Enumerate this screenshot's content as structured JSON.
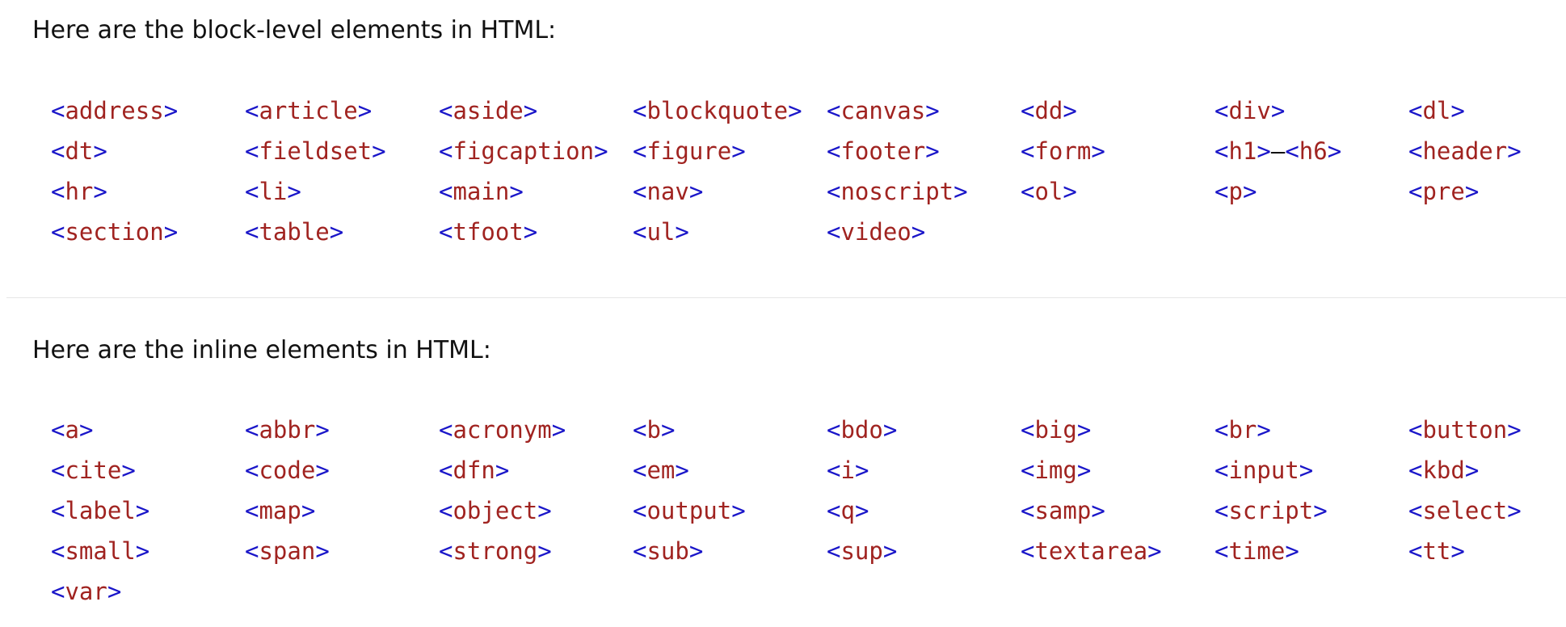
{
  "block_section": {
    "intro": "Here are the block-level elements in HTML:",
    "tags": [
      "address",
      "article",
      "aside",
      "blockquote",
      "canvas",
      "dd",
      "div",
      "dl",
      "dt",
      "fieldset",
      "figcaption",
      "figure",
      "footer",
      "form",
      "h1|h6",
      "header",
      "hr",
      "li",
      "main",
      "nav",
      "noscript",
      "ol",
      "p",
      "pre",
      "section",
      "table",
      "tfoot",
      "ul",
      "video"
    ]
  },
  "inline_section": {
    "intro": "Here are the inline elements in HTML:",
    "tags": [
      "a",
      "abbr",
      "acronym",
      "b",
      "bdo",
      "big",
      "br",
      "button",
      "cite",
      "code",
      "dfn",
      "em",
      "i",
      "img",
      "input",
      "kbd",
      "label",
      "map",
      "object",
      "output",
      "q",
      "samp",
      "script",
      "select",
      "small",
      "span",
      "strong",
      "sub",
      "sup",
      "textarea",
      "time",
      "tt",
      "var"
    ]
  },
  "colors": {
    "bracket": "#1a16c9",
    "tag_name": "#a02320",
    "divider": "#e6e6e6"
  }
}
